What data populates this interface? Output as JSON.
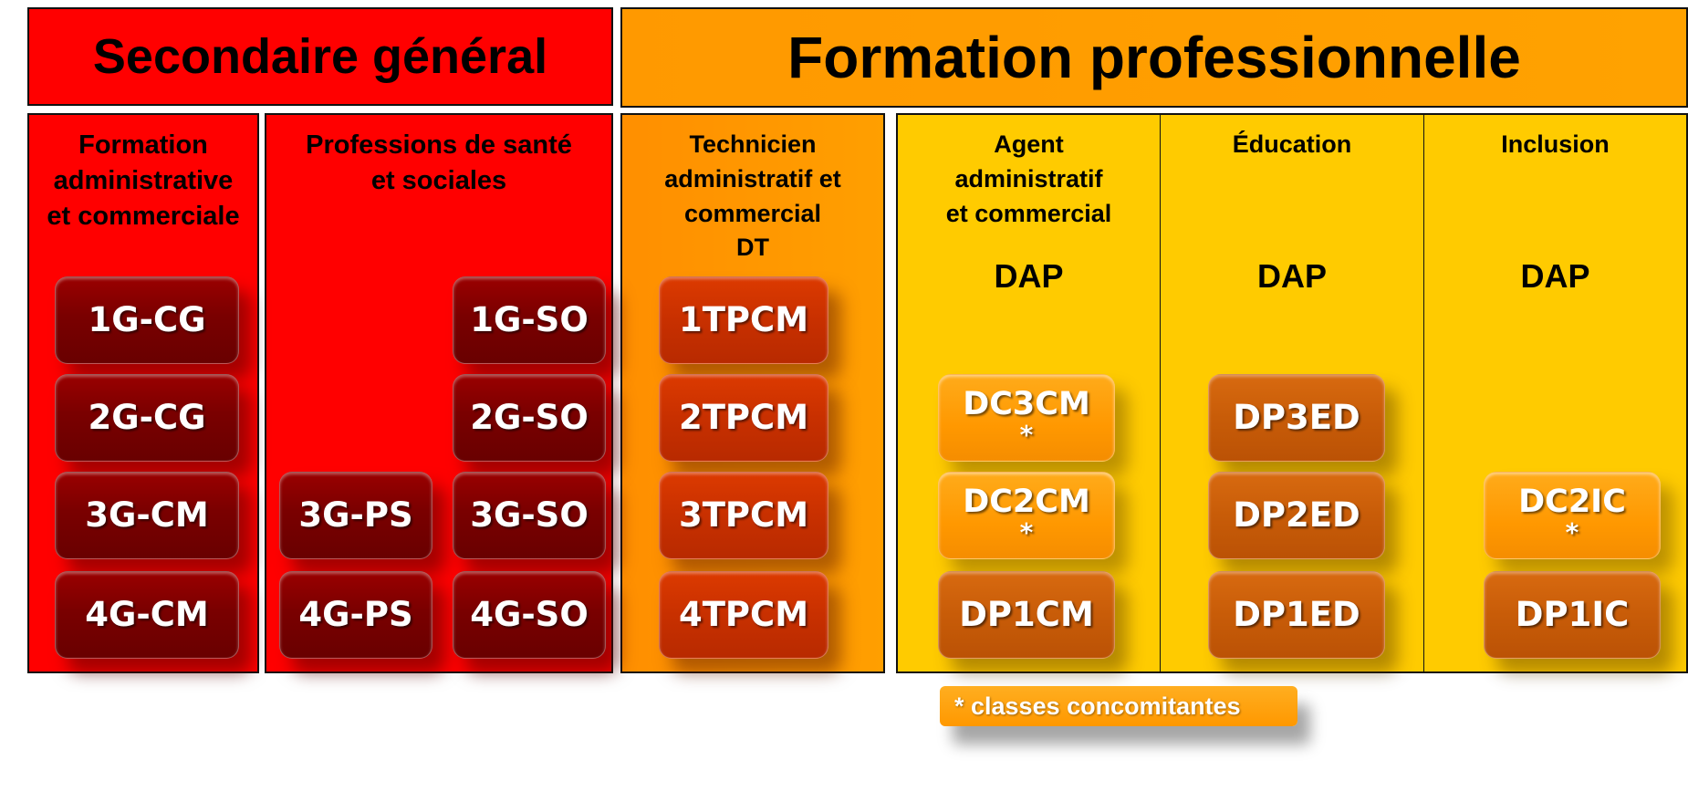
{
  "headers": {
    "secondaire": "Secondaire général",
    "formation": "Formation professionnelle"
  },
  "columns": {
    "fac": {
      "title": "Formation administrative et commerciale",
      "title_lines": [
        "Formation",
        "administrative",
        "et commerciale"
      ]
    },
    "pss": {
      "title_lines": [
        "Professions de santé",
        "et sociales"
      ]
    },
    "tac": {
      "title_lines": [
        "Technicien",
        "administratif et",
        "commercial",
        "DT"
      ]
    },
    "aac": {
      "title_lines": [
        "Agent",
        "administratif",
        "et commercial"
      ],
      "level": "DAP"
    },
    "edu": {
      "title_lines": [
        "Éducation"
      ],
      "level": "DAP"
    },
    "inc": {
      "title_lines": [
        "Inclusion"
      ],
      "level": "DAP"
    }
  },
  "classes": {
    "g_1cg": "1G-CG",
    "g_2cg": "2G-CG",
    "g_3cm": "3G-CM",
    "g_4cm": "4G-CM",
    "ps_3": "3G-PS",
    "ps_4": "4G-PS",
    "so_1": "1G-SO",
    "so_2": "2G-SO",
    "so_3": "3G-SO",
    "so_4": "4G-SO",
    "tp_1": "1TPCM",
    "tp_2": "2TPCM",
    "tp_3": "3TPCM",
    "tp_4": "4TPCM",
    "dc3cm": "DC3CM",
    "dc2cm": "DC2CM",
    "dp1cm": "DP1CM",
    "dp3ed": "DP3ED",
    "dp2ed": "DP2ED",
    "dp1ed": "DP1ED",
    "dc2ic": "DC2IC",
    "dp1ic": "DP1IC",
    "star": "*"
  },
  "note": "* classes concomitantes",
  "colors": {
    "red": "#ff0000",
    "orange": "#ff9900",
    "yellow": "#ffcb00",
    "dark_red_button": "#7a0000",
    "rust_button": "#c83000",
    "brown_button": "#c85c08",
    "light_orange_button": "#ff9800"
  }
}
